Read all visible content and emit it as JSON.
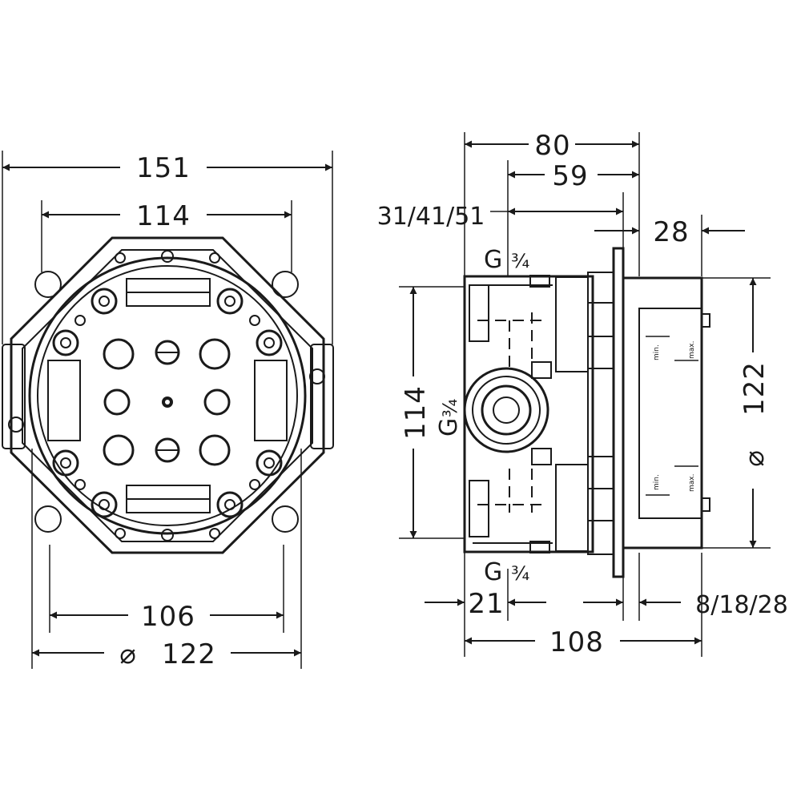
{
  "front_view": {
    "dim_overall_width": "151",
    "dim_inner_width": "114",
    "dim_bottom_width": "106",
    "dim_diameter": "122",
    "diameter_symbol": "⌀"
  },
  "side_view": {
    "dim_depth_80": "80",
    "dim_depth_59": "59",
    "dim_depth_variants": "31/41/51",
    "dim_plate_28": "28",
    "thread_top": "G",
    "thread_fraction": "¾",
    "thread_middle": "G",
    "thread_bottom": "G",
    "dim_height_114": "114",
    "dim_height_122": "122",
    "diameter_symbol": "⌀",
    "dim_21": "21",
    "dim_variants_bottom": "8/18/28",
    "dim_108": "108",
    "label_min": "min.",
    "label_max": "max."
  }
}
